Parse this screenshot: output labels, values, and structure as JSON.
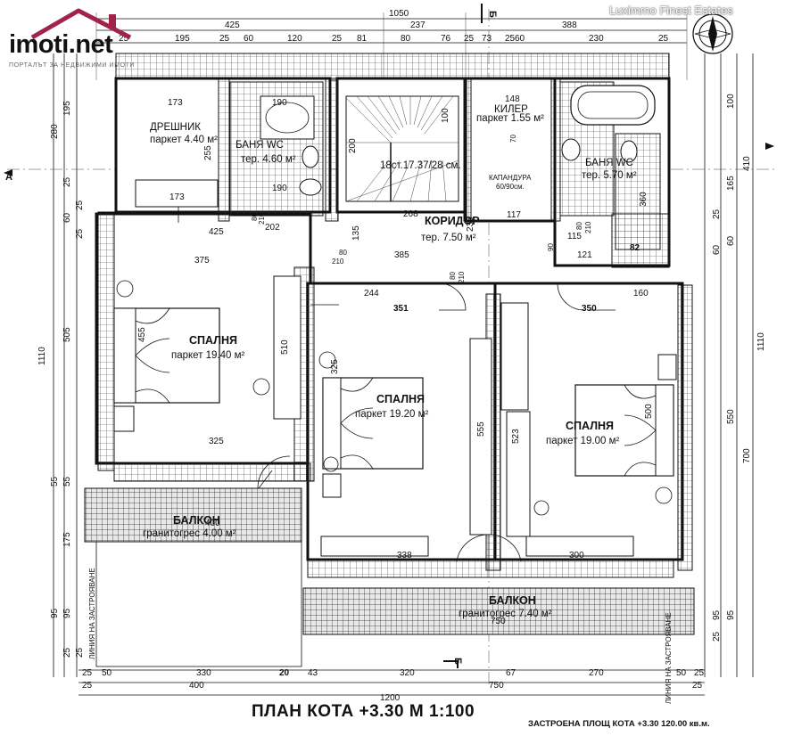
{
  "site": {
    "logo_text": "imoti.net",
    "logo_tagline": "ПОРТАЛЪТ ЗА НЕДВИЖИМИ ИМОТИ",
    "watermark": "Luximmo Finest Estates"
  },
  "plan": {
    "title": "ПЛАН  КОТА  +3.30    М 1:100",
    "built_area": "ЗАСТРОЕНА ПЛОЩ  КОТА  +3.30   120.00 кв.м.",
    "section_marker": "Б",
    "side_marker": "А"
  },
  "rooms": {
    "dreshnik_name": "ДРЕШНИК",
    "dreshnik_area": "паркет  4.40 м²",
    "bath1_name": "БАНЯ WC",
    "bath1_area": "тер.  4.60 м²",
    "kiler_name": "КИЛЕР",
    "kiler_area": "паркет  1.55 м²",
    "bath2_name": "БАНЯ WC",
    "bath2_area": "тер.  5.70 м²",
    "corridor_name": "КОРИДОР",
    "corridor_area": "тер.  7.50 м²",
    "stairs": "18ст.17.37/28 см.",
    "shaft_name": "КАПАНДУРА",
    "shaft_size": "60/90см.",
    "bed1_name": "СПАЛНЯ",
    "bed1_area": "паркет  19.40 м²",
    "bed2_name": "СПАЛНЯ",
    "bed2_area": "паркет  19.20 м²",
    "bed3_name": "СПАЛНЯ",
    "bed3_area": "паркет  19.00 м²",
    "balcony1_name": "БАЛКОН",
    "balcony1_area": "гранитогрес  4.00 м²",
    "balcony2_name": "БАЛКОН",
    "balcony2_area": "гранитогрес  7.40 м²",
    "build_line": "ЛИНИЯ НА ЗАСТРОЯВАНЕ"
  },
  "dims": {
    "top_total": "1050",
    "top_a": "425",
    "top_b": "237",
    "top_c": "388",
    "top_row": [
      "25",
      "195",
      "25",
      "60",
      "120",
      "25",
      "81",
      "80",
      "76",
      "25",
      "73",
      "25",
      "60",
      "230",
      "25"
    ],
    "bottom_row1": [
      "25",
      "50",
      "330",
      "20",
      "43",
      "320",
      "67",
      "270",
      "50",
      "25"
    ],
    "bottom_row2": [
      "25",
      "400",
      "750",
      "25"
    ],
    "bottom_total": "1200",
    "left_col": [
      "280",
      "195",
      "25",
      "60",
      "25",
      "25",
      "505",
      "1110",
      "55",
      "55",
      "175",
      "95",
      "95",
      "25",
      "25"
    ],
    "right_col": [
      "100",
      "410",
      "165",
      "25",
      "60",
      "60",
      "1110",
      "550",
      "700",
      "95",
      "95",
      "25"
    ],
    "inner": {
      "d173a": "173",
      "d173b": "173",
      "d190a": "190",
      "d190b": "190",
      "d425": "425",
      "d375": "375",
      "d268": "268",
      "d385": "385",
      "d244": "244",
      "d351": "351",
      "d350": "350",
      "d160": "160",
      "d148": "148",
      "d117": "117",
      "d121": "121",
      "d115": "115",
      "d82": "82",
      "d455": "455",
      "d510": "510",
      "d325a": "325",
      "d325b": "325",
      "d555": "555",
      "d523": "523",
      "d500": "500",
      "d338": "338",
      "d300": "300",
      "d750": "750",
      "d360": "360",
      "d200": "200",
      "d202": "202",
      "d135": "135",
      "d100": "100",
      "d400": "400",
      "d235": "235",
      "d255": "255"
    },
    "door": {
      "w80": "80",
      "h210": "210",
      "w90": "90",
      "w70": "70"
    }
  }
}
